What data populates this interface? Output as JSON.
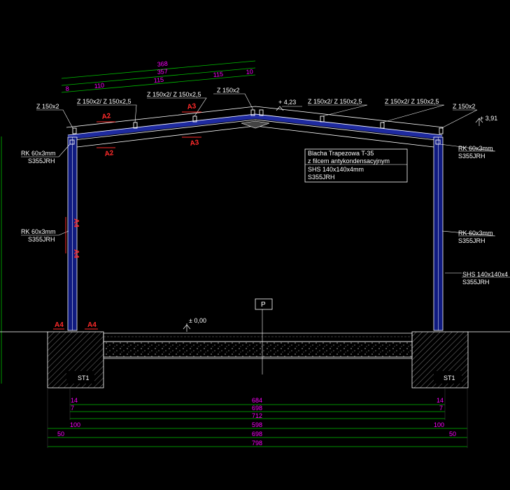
{
  "top_dims": {
    "row1": [
      "368"
    ],
    "row2": [
      "357"
    ],
    "row3": [
      "8",
      "110",
      "115",
      "115",
      "10"
    ]
  },
  "labels": {
    "purlin_left_eave": "Z 150x2",
    "purlin_left_mid": "Z 150x2/ Z 150x2,5",
    "purlin_left_upper": "Z 150x2/ Z 150x2,5",
    "purlin_ridge": "Z 150x2",
    "ridge_level": "+ 4,23",
    "purlin_right_mid": "Z 150x2/ Z 150x2,5",
    "purlin_right_upper": "Z 150x2/ Z 150x2,5",
    "purlin_right_eave": "Z 150x2",
    "eave_level": "+ 3,91",
    "rk_top_left_1": "RK 60x3mm",
    "rk_top_left_2": "S355JRH",
    "rk_top_right_1": "RK 60x3mm",
    "rk_top_right_2": "S355JRH",
    "rk_mid_left_1": "RK 60x3mm",
    "rk_mid_left_2": "S355JRH",
    "rk_mid_right_1": "RK 60x3mm",
    "rk_mid_right_2": "S355JRH",
    "roof_box": [
      "Blacha Trapezowa T-35",
      "z filcem antykondensacyjnym",
      "SHS 140x140x4mm",
      "S355JRH"
    ],
    "column_right_1": "SHS 140x140x4",
    "column_right_2": "S355JRH",
    "section_p": "P",
    "floor_level": "± 0,00",
    "foot_left": "ST1",
    "foot_right": "ST1"
  },
  "sections": [
    "A2",
    "A2",
    "A3",
    "A3",
    "A4",
    "A4",
    "A4",
    "A4"
  ],
  "bottom_dims": [
    {
      "left": "14",
      "mid": "684",
      "right": "14"
    },
    {
      "left": "7",
      "mid": "698",
      "right": "7"
    },
    {
      "left": "",
      "mid": "712",
      "right": ""
    },
    {
      "left": "100",
      "mid": "598",
      "right": "100"
    },
    {
      "left": "50",
      "mid": "698",
      "right": "50"
    },
    {
      "left": "",
      "mid": "798",
      "right": ""
    }
  ],
  "colors": {
    "structure": "#ffffff",
    "dimensions": "#ff00ff",
    "dimension_lines": "#00c000",
    "section_marks": "#ff2a2a",
    "frame": "#1e2aa0"
  }
}
